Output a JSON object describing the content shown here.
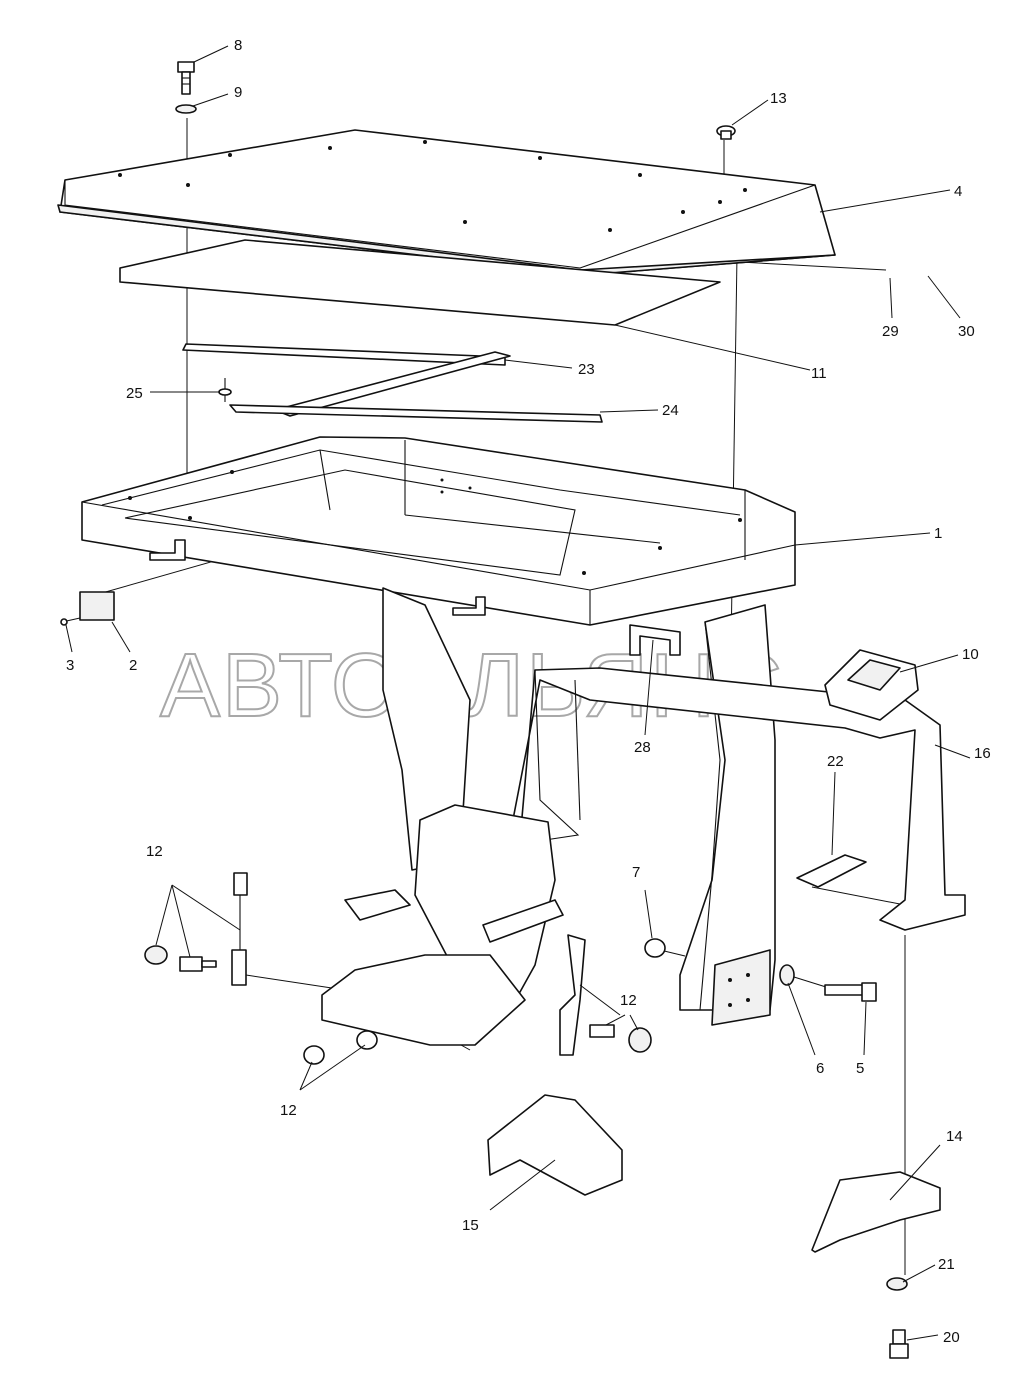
{
  "watermark": "АВТОАЛЬЯНС",
  "callouts": [
    {
      "id": "8",
      "label": "8"
    },
    {
      "id": "9",
      "label": "9"
    },
    {
      "id": "13",
      "label": "13"
    },
    {
      "id": "4",
      "label": "4"
    },
    {
      "id": "29",
      "label": "29"
    },
    {
      "id": "30",
      "label": "30"
    },
    {
      "id": "11",
      "label": "11"
    },
    {
      "id": "23",
      "label": "23"
    },
    {
      "id": "25",
      "label": "25"
    },
    {
      "id": "24",
      "label": "24"
    },
    {
      "id": "1",
      "label": "1"
    },
    {
      "id": "3",
      "label": "3"
    },
    {
      "id": "2",
      "label": "2"
    },
    {
      "id": "10",
      "label": "10"
    },
    {
      "id": "28",
      "label": "28"
    },
    {
      "id": "16",
      "label": "16"
    },
    {
      "id": "22",
      "label": "22"
    },
    {
      "id": "12a",
      "label": "12"
    },
    {
      "id": "7",
      "label": "7"
    },
    {
      "id": "12b",
      "label": "12"
    },
    {
      "id": "6",
      "label": "6"
    },
    {
      "id": "5",
      "label": "5"
    },
    {
      "id": "12c",
      "label": "12"
    },
    {
      "id": "14",
      "label": "14"
    },
    {
      "id": "15",
      "label": "15"
    },
    {
      "id": "21",
      "label": "21"
    },
    {
      "id": "20",
      "label": "20"
    }
  ]
}
